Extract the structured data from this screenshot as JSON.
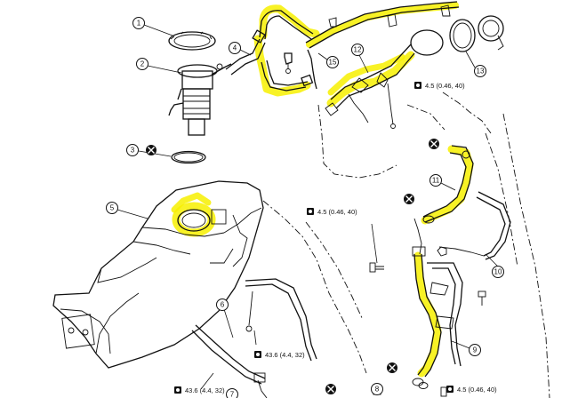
{
  "diagram": {
    "callouts": [
      {
        "id": "c1",
        "label": "1"
      },
      {
        "id": "c2",
        "label": "2"
      },
      {
        "id": "c3",
        "label": "3"
      },
      {
        "id": "c4",
        "label": "4"
      },
      {
        "id": "c5",
        "label": "5"
      },
      {
        "id": "c6",
        "label": "6"
      },
      {
        "id": "c7",
        "label": "7"
      },
      {
        "id": "c8",
        "label": "8"
      },
      {
        "id": "c9",
        "label": "9"
      },
      {
        "id": "c10",
        "label": "10"
      },
      {
        "id": "c11",
        "label": "11"
      },
      {
        "id": "c12",
        "label": "12"
      },
      {
        "id": "c13",
        "label": "13"
      },
      {
        "id": "c15",
        "label": "15"
      }
    ],
    "torque_specs": [
      {
        "id": "t1",
        "text": "4.5 (0.46, 40)"
      },
      {
        "id": "t2",
        "text": "4.5 (0.46, 40)"
      },
      {
        "id": "t3",
        "text": "43.6 (4.4, 32)"
      },
      {
        "id": "t4",
        "text": "43.6 (4.4, 32)"
      },
      {
        "id": "t5",
        "text": "4.5 (0.46, 40)"
      }
    ],
    "highlight_color": "#f7f000",
    "icons": {
      "torque": "wrench-torque-icon",
      "do_not_reuse": "do-not-reuse-icon"
    }
  }
}
